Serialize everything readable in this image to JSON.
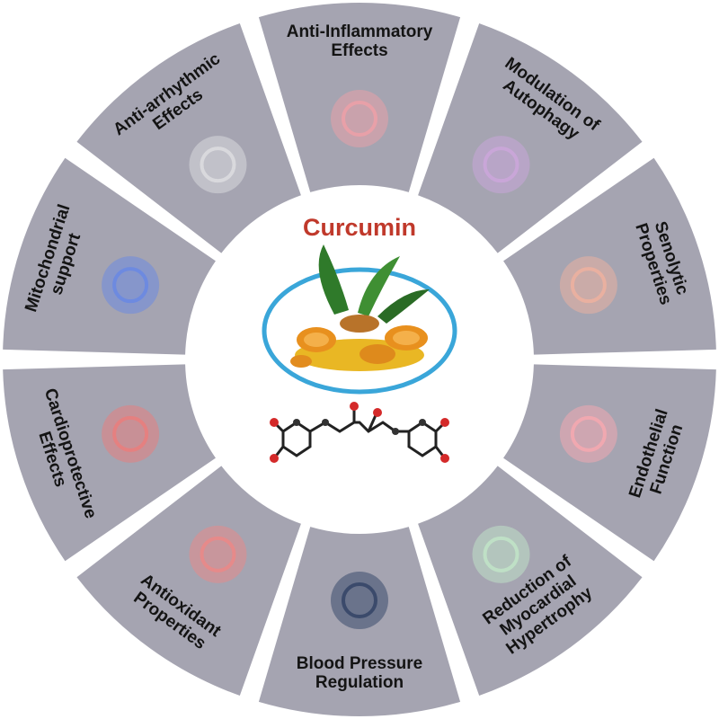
{
  "center": {
    "title": "Curcumin",
    "title_color": "#c0392b"
  },
  "colors": {
    "segment": "#a5a4b1",
    "gap": "#ffffff",
    "ring_border": "#3aa6d9",
    "turmeric": "#e8901e",
    "powder": "#e9b724",
    "leaf": "#2f7a2a"
  },
  "segments": [
    {
      "lines": [
        "Anti-Inflammatory",
        "Effects"
      ],
      "icon": "heart-tissue-icon"
    },
    {
      "lines": [
        "Modulation of",
        "Autophagy"
      ],
      "icon": "autophagy-cell-icon"
    },
    {
      "lines": [
        "Senolytic",
        "Properties"
      ],
      "icon": "artery-cross-section-icon"
    },
    {
      "lines": [
        "Endothelial",
        "Function"
      ],
      "icon": "blood-vessel-ring-icon"
    },
    {
      "lines": [
        "Reduction of",
        "Myocardial",
        "Hypertrophy"
      ],
      "icon": "cardiomyocyte-icon"
    },
    {
      "lines": [
        "Blood Pressure",
        "Regulation"
      ],
      "icon": "blood-pressure-cuff-icon"
    },
    {
      "lines": [
        "Antioxidant",
        "Properties"
      ],
      "icon": "immune-cells-ros-icon"
    },
    {
      "lines": [
        "Cardioprotective",
        "Effects"
      ],
      "icon": "circulatory-body-icon"
    },
    {
      "lines": [
        "Mitochondrial",
        "support"
      ],
      "icon": "mitochondrion-icon"
    },
    {
      "lines": [
        "Anti-arrhythmic",
        "Effects"
      ],
      "icon": "pacemaker-torso-icon"
    }
  ]
}
